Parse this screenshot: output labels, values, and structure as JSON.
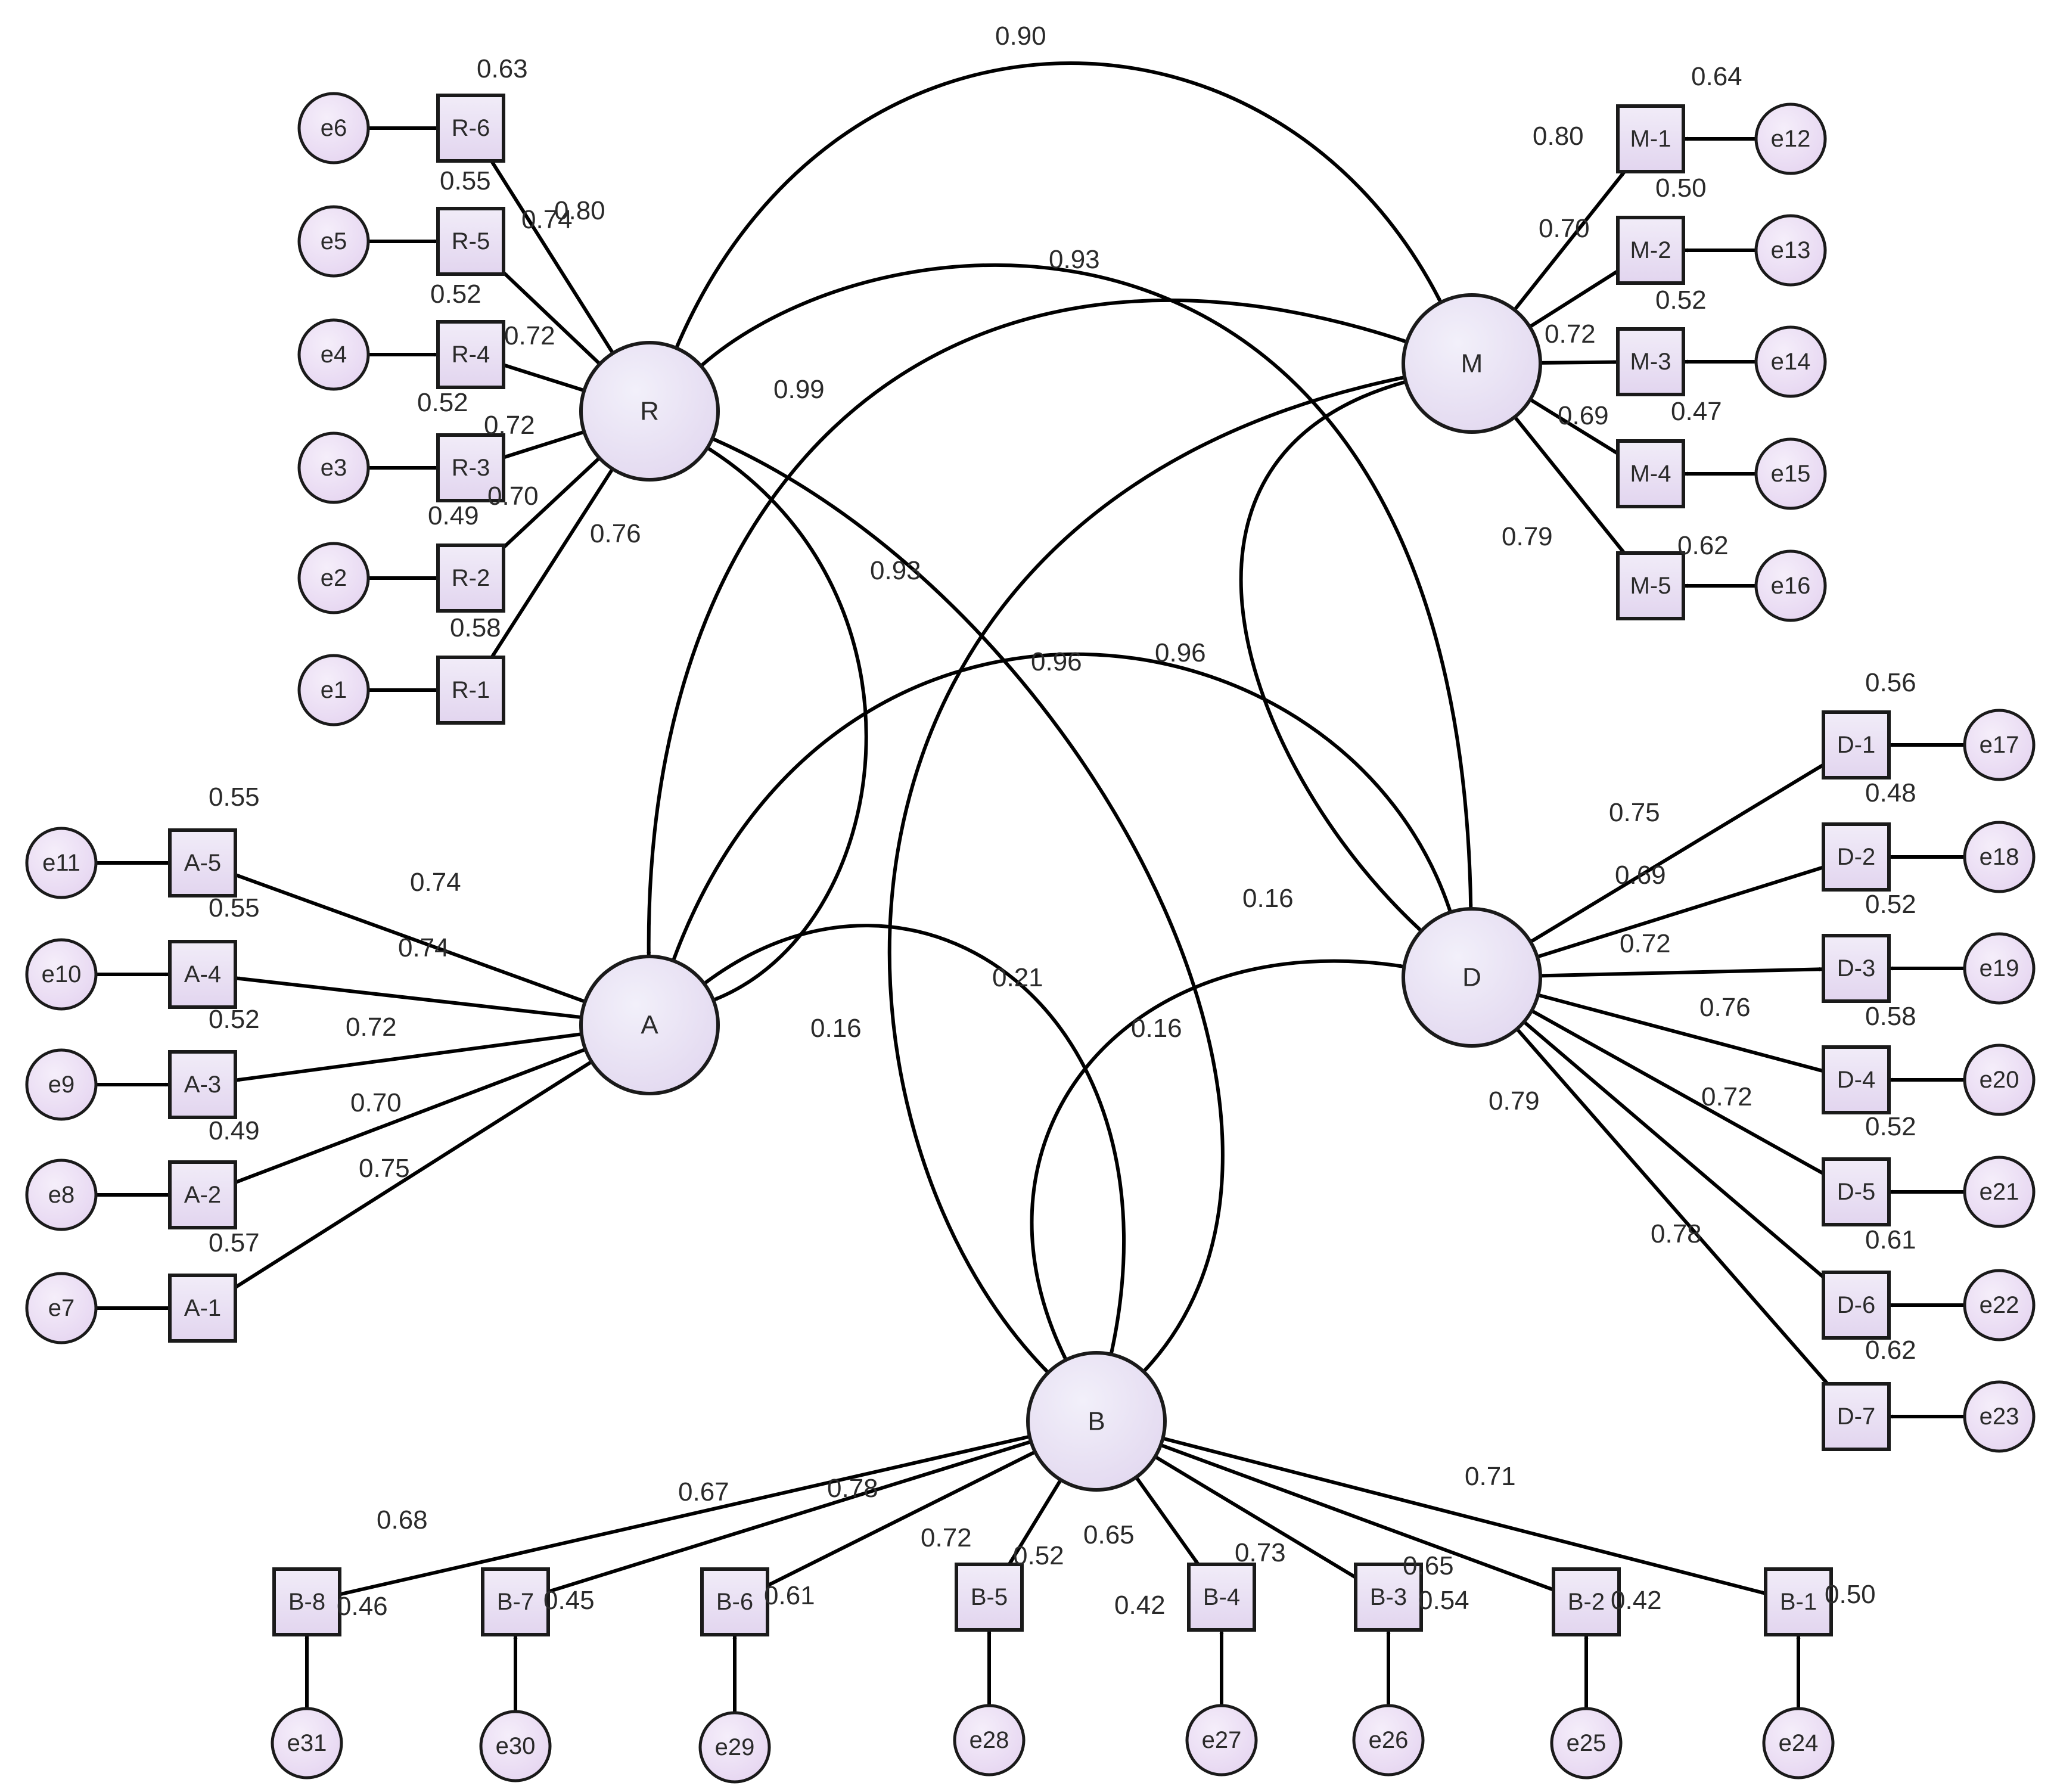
{
  "latents": [
    {
      "id": "R",
      "label": "R"
    },
    {
      "id": "M",
      "label": "M"
    },
    {
      "id": "A",
      "label": "A"
    },
    {
      "id": "D",
      "label": "D"
    },
    {
      "id": "B",
      "label": "B"
    }
  ],
  "indicators": [
    {
      "id": "R-6",
      "label": "R-6",
      "latent": "R",
      "loading": "0.80",
      "r2": "0.63",
      "error": "e6"
    },
    {
      "id": "R-5",
      "label": "R-5",
      "latent": "R",
      "loading": "0.74",
      "r2": "0.55",
      "error": "e5"
    },
    {
      "id": "R-4",
      "label": "R-4",
      "latent": "R",
      "loading": "0.72",
      "r2": "0.52",
      "error": "e4"
    },
    {
      "id": "R-3",
      "label": "R-3",
      "latent": "R",
      "loading": "0.72",
      "r2": "0.52",
      "error": "e3"
    },
    {
      "id": "R-2",
      "label": "R-2",
      "latent": "R",
      "loading": "0.70",
      "r2": "0.49",
      "error": "e2"
    },
    {
      "id": "R-1",
      "label": "R-1",
      "latent": "R",
      "loading": "0.76",
      "r2": "0.58",
      "error": "e1"
    },
    {
      "id": "M-1",
      "label": "M-1",
      "latent": "M",
      "loading": "0.80",
      "r2": "0.64",
      "error": "e12"
    },
    {
      "id": "M-2",
      "label": "M-2",
      "latent": "M",
      "loading": "0.70",
      "r2": "0.50",
      "error": "e13"
    },
    {
      "id": "M-3",
      "label": "M-3",
      "latent": "M",
      "loading": "0.72",
      "r2": "0.52",
      "error": "e14"
    },
    {
      "id": "M-4",
      "label": "M-4",
      "latent": "M",
      "loading": "0.69",
      "r2": "0.47",
      "error": "e15"
    },
    {
      "id": "M-5",
      "label": "M-5",
      "latent": "M",
      "loading": "0.79",
      "r2": "0.62",
      "error": "e16"
    },
    {
      "id": "A-5",
      "label": "A-5",
      "latent": "A",
      "loading": "0.74",
      "r2": "0.55",
      "error": "e11"
    },
    {
      "id": "A-4",
      "label": "A-4",
      "latent": "A",
      "loading": "0.74",
      "r2": "0.55",
      "error": "e10"
    },
    {
      "id": "A-3",
      "label": "A-3",
      "latent": "A",
      "loading": "0.72",
      "r2": "0.52",
      "error": "e9"
    },
    {
      "id": "A-2",
      "label": "A-2",
      "latent": "A",
      "loading": "0.70",
      "r2": "0.49",
      "error": "e8"
    },
    {
      "id": "A-1",
      "label": "A-1",
      "latent": "A",
      "loading": "0.75",
      "r2": "0.57",
      "error": "e7"
    },
    {
      "id": "D-1",
      "label": "D-1",
      "latent": "D",
      "loading": "0.75",
      "r2": "0.56",
      "error": "e17"
    },
    {
      "id": "D-2",
      "label": "D-2",
      "latent": "D",
      "loading": "0.69",
      "r2": "0.48",
      "error": "e18"
    },
    {
      "id": "D-3",
      "label": "D-3",
      "latent": "D",
      "loading": "0.72",
      "r2": "0.52",
      "error": "e19"
    },
    {
      "id": "D-4",
      "label": "D-4",
      "latent": "D",
      "loading": "0.76",
      "r2": "0.58",
      "error": "e20"
    },
    {
      "id": "D-5",
      "label": "D-5",
      "latent": "D",
      "loading": "0.72",
      "r2": "0.52",
      "error": "e21"
    },
    {
      "id": "D-6",
      "label": "D-6",
      "latent": "D",
      "loading": "0.79",
      "r2": "0.61",
      "error": "e22"
    },
    {
      "id": "D-7",
      "label": "D-7",
      "latent": "D",
      "loading": "0.78",
      "r2": "0.62",
      "error": "e23"
    },
    {
      "id": "B-8",
      "label": "B-8",
      "latent": "B",
      "loading": "0.68",
      "r2": "0.46",
      "error": "e31"
    },
    {
      "id": "B-7",
      "label": "B-7",
      "latent": "B",
      "loading": "0.67",
      "r2": "0.45",
      "error": "e30"
    },
    {
      "id": "B-6",
      "label": "B-6",
      "latent": "B",
      "loading": "0.78",
      "r2": "0.61",
      "error": "e29"
    },
    {
      "id": "B-5",
      "label": "B-5",
      "latent": "B",
      "loading": "0.72",
      "r2": "0.52",
      "error": "e28"
    },
    {
      "id": "B-4",
      "label": "B-4",
      "latent": "B",
      "loading": "0.65",
      "r2": "0.42",
      "error": "e27"
    },
    {
      "id": "B-3",
      "label": "B-3",
      "latent": "B",
      "loading": "0.73",
      "r2": "0.54",
      "error": "e26"
    },
    {
      "id": "B-2",
      "label": "B-2",
      "latent": "B",
      "loading": "0.65",
      "r2": "0.42",
      "error": "e25"
    },
    {
      "id": "B-1",
      "label": "B-1",
      "latent": "B",
      "loading": "0.71",
      "r2": "0.50",
      "error": "e24"
    }
  ],
  "covariances": [
    {
      "from": "R",
      "to": "M",
      "value": "0.90"
    },
    {
      "from": "R",
      "to": "D",
      "value": "0.93"
    },
    {
      "from": "M",
      "to": "A",
      "value": "0.99"
    },
    {
      "from": "R",
      "to": "A",
      "value": "0.93"
    },
    {
      "from": "R",
      "to": "B",
      "value": "0.96"
    },
    {
      "from": "A",
      "to": "D",
      "value": "0.96"
    },
    {
      "from": "M",
      "to": "D",
      "value": "0.16"
    },
    {
      "from": "A",
      "to": "B",
      "value": "0.21"
    },
    {
      "from": "M",
      "to": "B",
      "value": "0.16"
    },
    {
      "from": "D",
      "to": "B",
      "value": "0.16"
    }
  ]
}
